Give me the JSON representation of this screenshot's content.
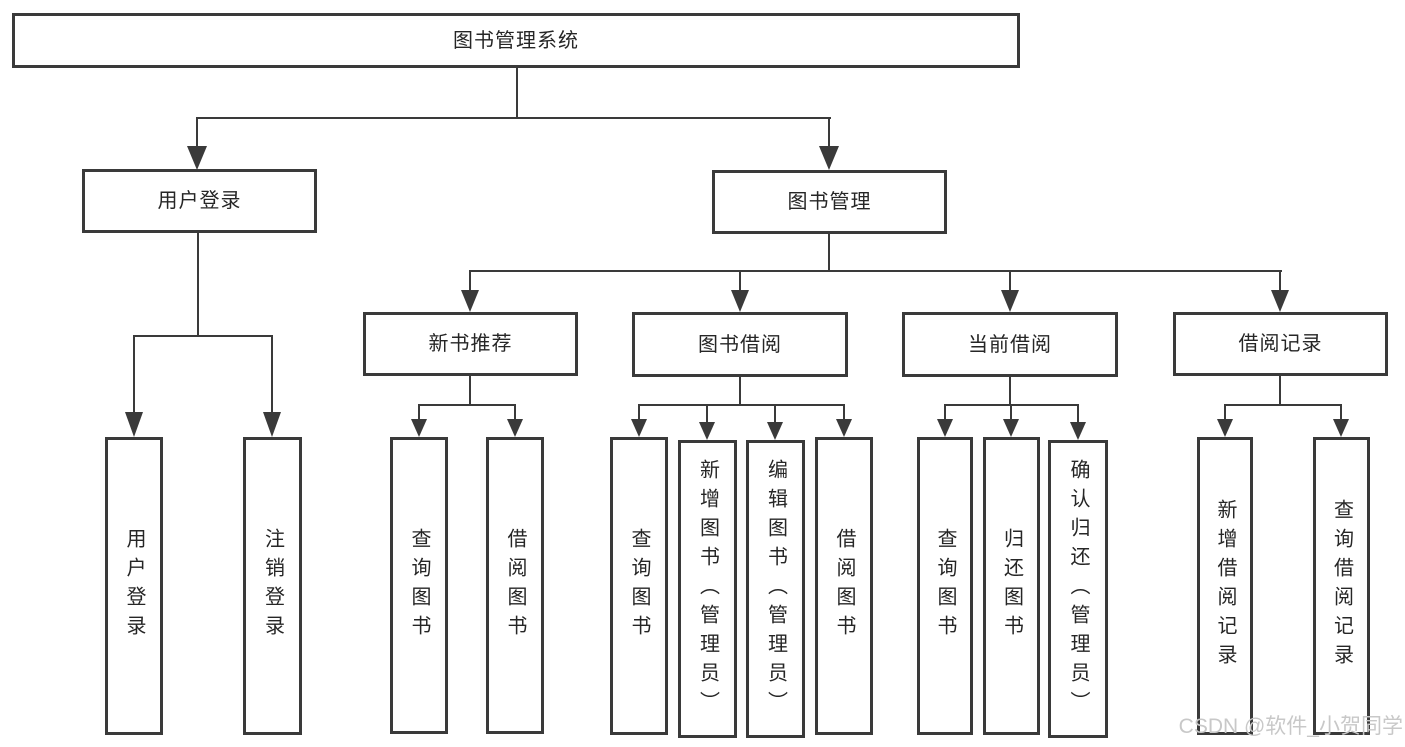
{
  "tree": {
    "root": {
      "label": "图书管理系统"
    },
    "branches": [
      {
        "label": "用户登录",
        "children": [
          {
            "label": "用户登录"
          },
          {
            "label": "注销登录"
          }
        ]
      },
      {
        "label": "图书管理",
        "children": [
          {
            "label": "新书推荐",
            "children": [
              {
                "label": "查询图书"
              },
              {
                "label": "借阅图书"
              }
            ]
          },
          {
            "label": "图书借阅",
            "children": [
              {
                "label": "查询图书"
              },
              {
                "label": "新增图书（管理员）"
              },
              {
                "label": "编辑图书（管理员）"
              },
              {
                "label": "借阅图书"
              }
            ]
          },
          {
            "label": "当前借阅",
            "children": [
              {
                "label": "查询图书"
              },
              {
                "label": "归还图书"
              },
              {
                "label": "确认归还（管理员）"
              }
            ]
          },
          {
            "label": "借阅记录",
            "children": [
              {
                "label": "新增借阅记录"
              },
              {
                "label": "查询借阅记录"
              }
            ]
          }
        ]
      }
    ]
  },
  "watermark": {
    "text": "CSDN @软件_小贺同学"
  },
  "colors": {
    "line": "#3a3a3a",
    "box_border": "#3a3a3a",
    "text": "#262626",
    "watermark": "#c8c8c8",
    "background": "#ffffff"
  }
}
